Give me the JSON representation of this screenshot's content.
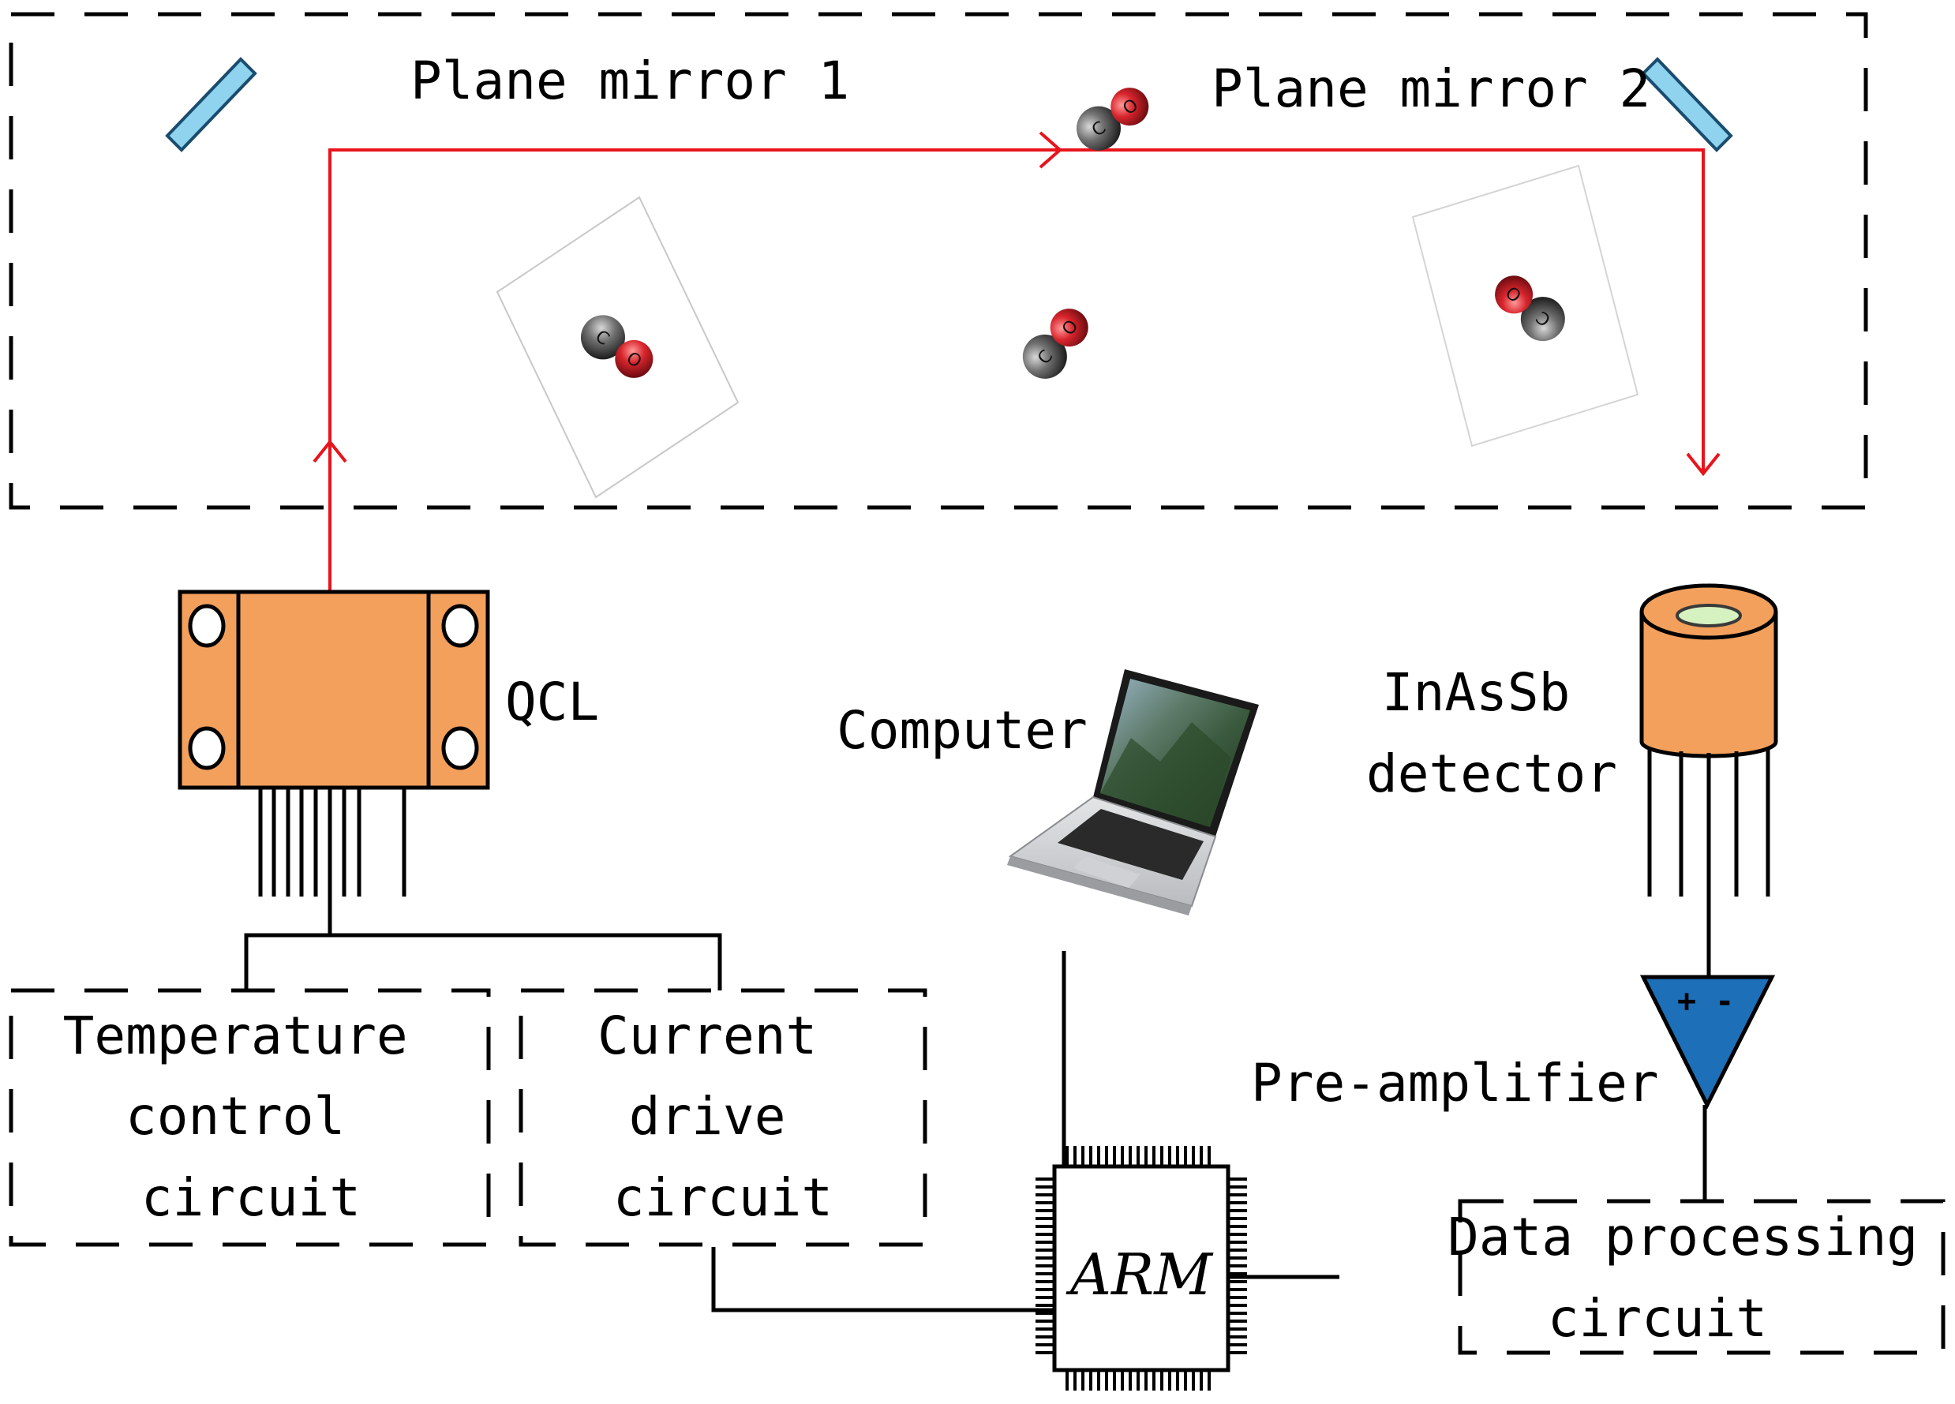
{
  "labels": {
    "mirror1": "Plane mirror 1",
    "mirror2": "Plane mirror 2",
    "qcl": "QCL",
    "computer": "Computer",
    "detector_line1": "InAsSb",
    "detector_line2": "detector",
    "preamp": "Pre-amplifier",
    "preamp_signs": "+ -",
    "temp_line1": "Temperature",
    "temp_line2": "control",
    "temp_line3": "circuit",
    "current_line1": "Current",
    "current_line2": "drive",
    "current_line3": "circuit",
    "arm": "ARM",
    "data_line1": "Data processing",
    "data_line2": "circuit",
    "atom_c": "C",
    "atom_o": "O"
  },
  "colors": {
    "beam": "#e8141c",
    "mirror_fill": "#8fd3ee",
    "mirror_stroke": "#1a4c6e",
    "device_fill": "#f3a05c",
    "preamp_fill": "#1d6fb8",
    "carbon": "#6a6a6a",
    "oxygen": "#d0242a"
  },
  "icons": {
    "laptop": "laptop-icon",
    "molecule": "co-molecule-icon"
  }
}
